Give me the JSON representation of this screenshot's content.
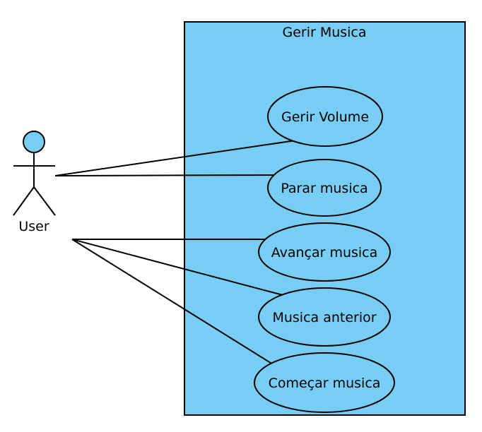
{
  "system": {
    "title": "Gerir Musica",
    "fill_color": "#77cdf4",
    "stroke_color": "#000000"
  },
  "actor": {
    "label": "User",
    "head_color": "#77cdf4"
  },
  "use_cases": [
    {
      "id": "gerir-volume",
      "label": "Gerir Volume",
      "fill_color": "#77cdf4"
    },
    {
      "id": "parar-musica",
      "label": "Parar musica",
      "fill_color": "#77cdf4"
    },
    {
      "id": "avancar-musica",
      "label": "Avançar musica",
      "fill_color": "#77cdf4"
    },
    {
      "id": "musica-anterior",
      "label": "Musica anterior",
      "fill_color": "#77cdf4"
    },
    {
      "id": "comecar-musica",
      "label": "Começar musica",
      "fill_color": "#77cdf4"
    }
  ],
  "associations": [
    {
      "from": "actor",
      "to": "gerir-volume"
    },
    {
      "from": "actor",
      "to": "parar-musica"
    },
    {
      "from": "actor",
      "to": "avancar-musica"
    },
    {
      "from": "actor",
      "to": "musica-anterior"
    },
    {
      "from": "actor",
      "to": "comecar-musica"
    }
  ]
}
